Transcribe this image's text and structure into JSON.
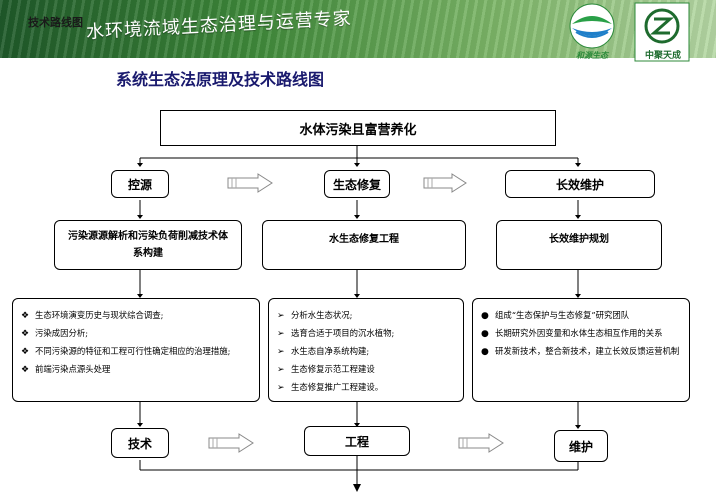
{
  "header": {
    "tag": "技术路线图",
    "slogan": "水环境流域生态治理与运营专家",
    "logo1_text": "和源生态",
    "logo2_text": "中聚天成"
  },
  "page_title": "系统生态法原理及技术路线图",
  "diagram": {
    "root": "水体污染且富营养化",
    "columns": [
      {
        "head": "控源",
        "task": "污染源源解析和污染负荷削减技术体系构建",
        "bullet_icon": "diamond-bullet-icon",
        "items": [
          "生态环境演变历史与现状综合调查;",
          "污染成因分析;",
          "不同污染源的特征和工程可行性确定相应的治理措施;",
          "前端污染点源头处理"
        ],
        "foot": "技术"
      },
      {
        "head": "生态修复",
        "task": "水生态修复工程",
        "bullet_icon": "arrow-bullet-icon",
        "items": [
          "分析水生态状况;",
          "选育合适于项目的沉水植物;",
          "水生态自净系统构建;",
          "生态修复示范工程建设",
          "生态修复推广工程建设。"
        ],
        "foot": "工程"
      },
      {
        "head": "长效维护",
        "task": "长效维护规划",
        "bullet_icon": "dot-bullet-icon",
        "items": [
          "组成“生态保护与生态修复”研究团队",
          "长期研究外因变量和水体生态相互作用的关系",
          "研发新技术，整合新技术，建立长效反馈运营机制"
        ],
        "foot": "维护"
      }
    ]
  }
}
